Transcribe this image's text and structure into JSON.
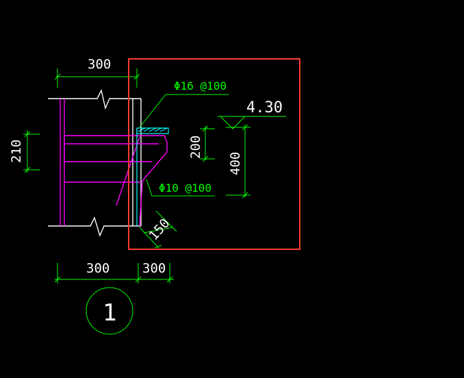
{
  "labels": {
    "dim_top": "300",
    "dim_left": "210",
    "dim_bottom_left": "300",
    "dim_bottom_right": "300",
    "rebar_top": "Φ16 @100",
    "rebar_bottom": "Φ10 @100",
    "dim_200": "200",
    "dim_400": "400",
    "dim_150": "150",
    "elevation": "4.30",
    "detail_number": "1"
  },
  "colors": {
    "background": "#000000",
    "dimension": "#00ff00",
    "outline": "#ffffff",
    "slab": "#ff00ff",
    "cyan": "#00ffff",
    "highlight": "#ff3b30"
  }
}
